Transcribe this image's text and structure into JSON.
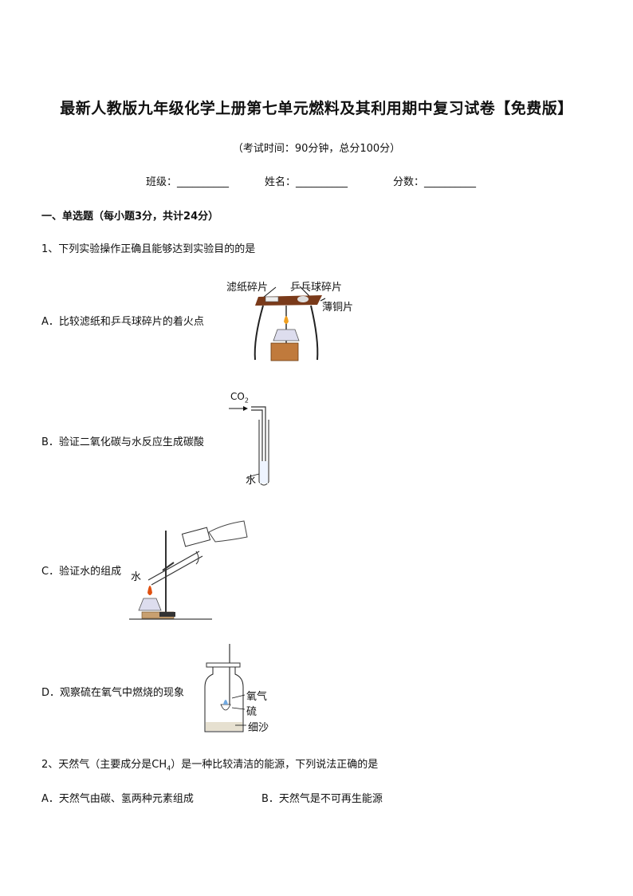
{
  "header": {
    "title": "最新人教版九年级化学上册第七单元燃料及其利用期中复习试卷【免费版】",
    "subtitle": "（考试时间：90分钟，总分100分）"
  },
  "fields": [
    {
      "label": "班级：",
      "blank": "__________"
    },
    {
      "label": "姓名：",
      "blank": "__________"
    },
    {
      "label": "分数：",
      "blank": "__________"
    }
  ],
  "section": {
    "title": "一、单选题（每小题3分，共计24分）"
  },
  "q1": {
    "stem": "1、下列实验操作正确且能够达到实验目的的是",
    "options": [
      {
        "text": "A．比较滤纸和乒乓球碎片的着火点",
        "labels": {
          "filter": "滤纸碎片",
          "pingpong": "乒乓球碎片",
          "copper": "薄铜片"
        }
      },
      {
        "text": "B．验证二氧化碳与水反应生成碳酸",
        "labels": {
          "co2": "CO",
          "co2_sub": "2",
          "water": "水"
        }
      },
      {
        "text": "C．验证水的组成",
        "labels": {
          "water": "水"
        }
      },
      {
        "text": "D．观察硫在氧气中燃烧的现象",
        "labels": {
          "oxygen": "氧气",
          "sulfur": "硫",
          "sand": "细沙"
        }
      }
    ]
  },
  "q2": {
    "stem_a": "2、天然气（主要成分是CH",
    "stem_sub": "4",
    "stem_b": "）是一种比较清洁的能源，下列说法正确的是",
    "options": [
      {
        "text": "A．天然气由碳、氢两种元素组成"
      },
      {
        "text": "B．天然气是不可再生能源"
      }
    ]
  }
}
